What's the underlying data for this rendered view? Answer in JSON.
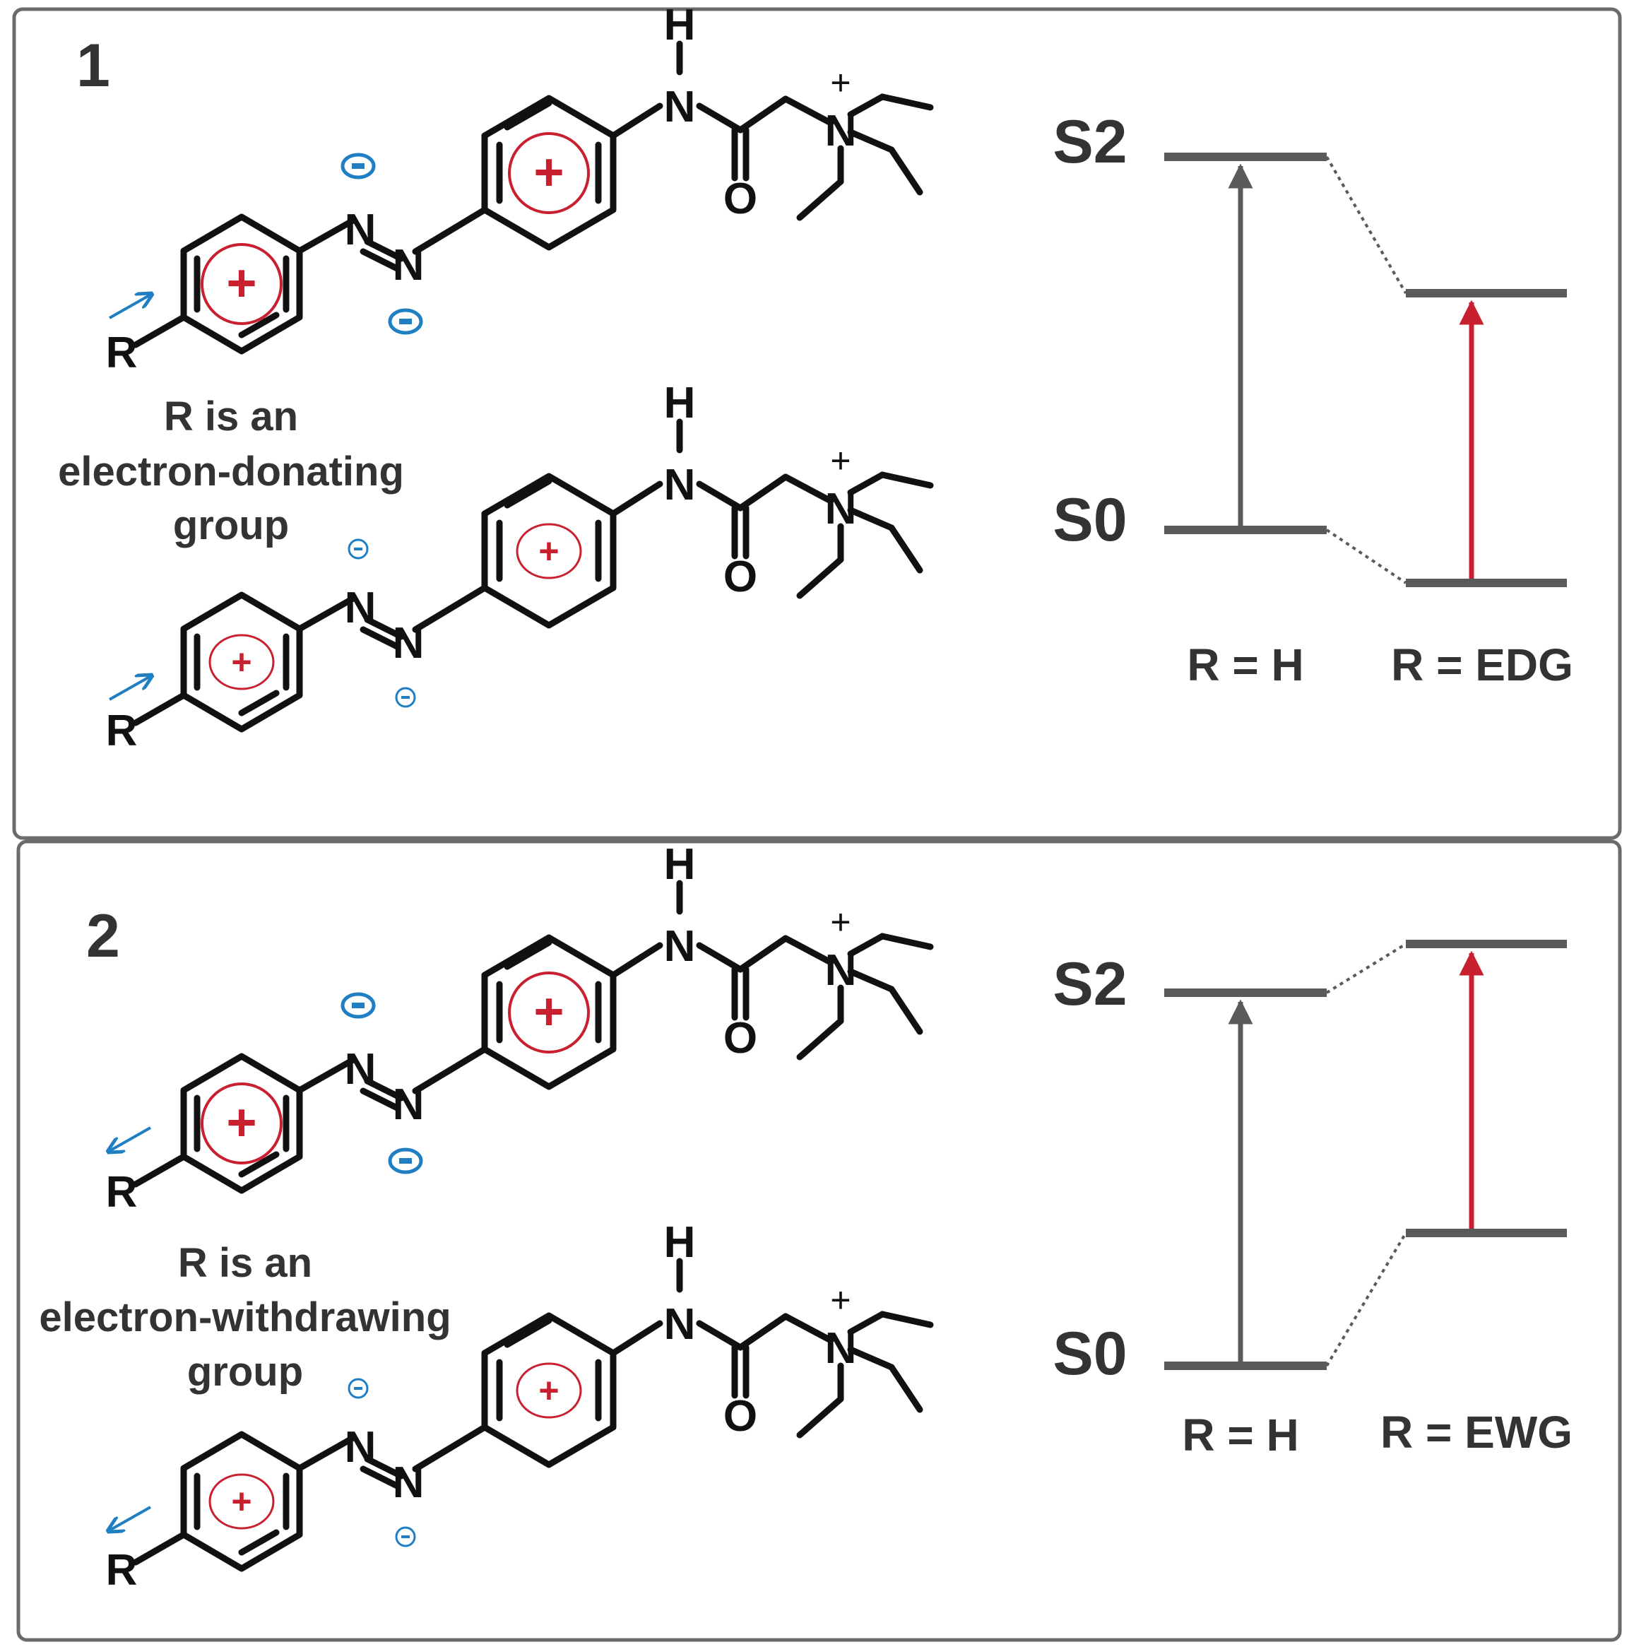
{
  "panels": [
    {
      "number": "1",
      "caption": [
        "R is an",
        "electron-donating",
        "group"
      ],
      "states": {
        "upper": "S2",
        "lower": "S0"
      },
      "columns": {
        "reference": "R = H",
        "substituted": "R = EDG"
      },
      "effect": "donating"
    },
    {
      "number": "2",
      "caption": [
        "R is an",
        "electron-withdrawing",
        "group"
      ],
      "states": {
        "upper": "S2",
        "lower": "S0"
      },
      "columns": {
        "reference": "R = H",
        "substituted": "R = EWG"
      },
      "effect": "withdrawing"
    }
  ],
  "atoms": {
    "H": "H",
    "N": "N",
    "O": "O",
    "R": "R",
    "plus": "+",
    "minus": "−"
  },
  "colors": {
    "frame": "#6b6b6b",
    "level": "#5a5a5a",
    "text": "#333333",
    "bond": "#111111",
    "positive": "#c8202f",
    "negative": "#1f7fc2"
  }
}
